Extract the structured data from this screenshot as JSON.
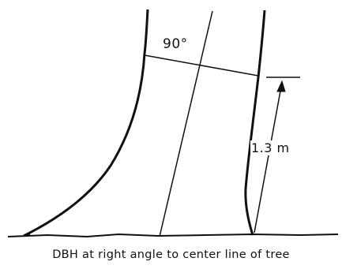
{
  "diagram": {
    "angle_label": "90°",
    "height_label": "1.3 m",
    "caption": "DBH at right angle to center line of tree",
    "stroke_color": "#111111",
    "background_color": "#ffffff"
  }
}
